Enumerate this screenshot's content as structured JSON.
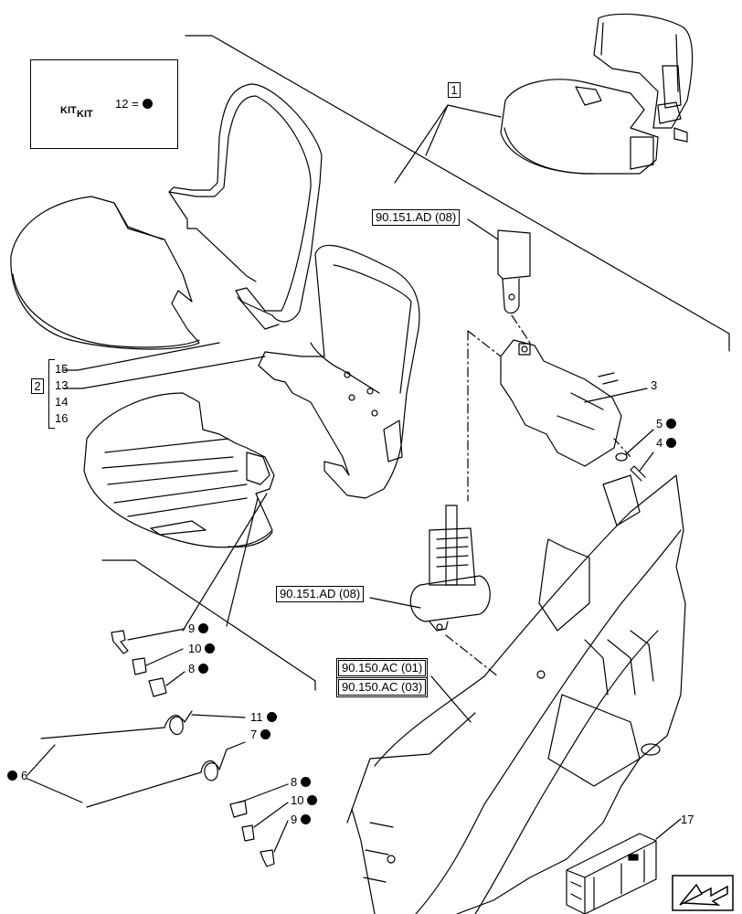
{
  "kit": {
    "icon_text_left": "KIT",
    "icon_text_right": "KIT",
    "label": "12 ="
  },
  "refs": {
    "seat_assembly": "1",
    "base_group": "2",
    "belt_buckle": "90.151.AD (08)",
    "belt_retractor": "90.151.AD (08)",
    "cab_frame_1": "90.150.AC (01)",
    "cab_frame_2": "90.150.AC (03)"
  },
  "callouts": {
    "c3": "3",
    "c4": "4",
    "c5": "5",
    "c6": "6",
    "c7": "7",
    "c8a": "8",
    "c8b": "8",
    "c9a": "9",
    "c9b": "9",
    "c10a": "10",
    "c10b": "10",
    "c11": "11",
    "c13": "13",
    "c14": "14",
    "c15": "15",
    "c16": "16",
    "c17": "17"
  },
  "icons": [
    "kit-icon",
    "seat-icon",
    "seat-belt-buckle",
    "seat-belt-retractor",
    "crate-icon",
    "navigation-arrow-icon"
  ]
}
